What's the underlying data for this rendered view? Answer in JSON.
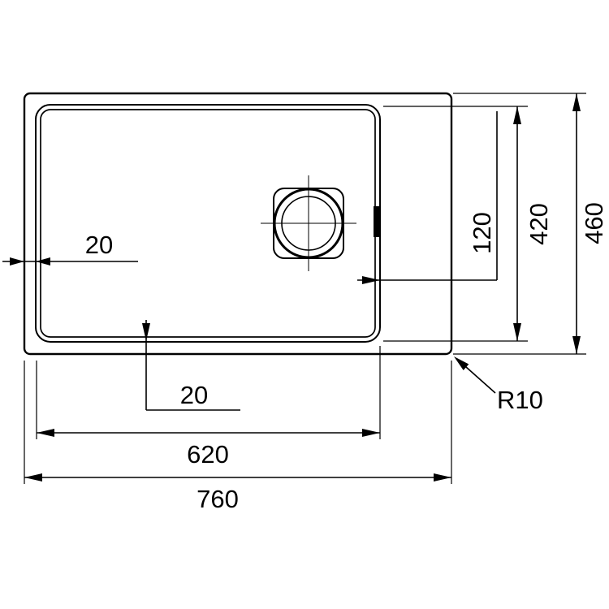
{
  "colors": {
    "background": "#ffffff",
    "line": "#000000"
  },
  "dimensions": {
    "rim_offset_left": "20",
    "rim_offset_bottom": "20",
    "offset_right": "120",
    "bowl_depth": "420",
    "overall_depth": "460",
    "bowl_width": "620",
    "overall_width": "760",
    "corner_radius": "R10"
  }
}
